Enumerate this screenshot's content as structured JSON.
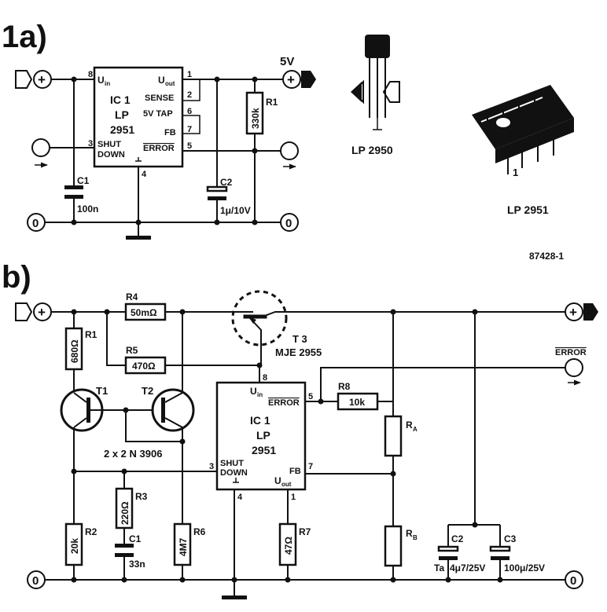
{
  "panel_a": {
    "label": "1a)",
    "ic": {
      "name": "IC 1",
      "part": "LP",
      "number": "2951",
      "pins": {
        "uin": "U",
        "uin_sub": "in",
        "uout": "U",
        "uout_sub": "out",
        "sense": "SENSE",
        "tap": "5V TAP",
        "fb": "FB",
        "error": "ERROR",
        "shut": "SHUT",
        "down": "DOWN"
      },
      "pin_numbers": [
        "8",
        "1",
        "2",
        "6",
        "7",
        "3",
        "5",
        "4"
      ]
    },
    "output_label": "5V",
    "terminal_plus": "+",
    "terminal_zero": "0",
    "r1": {
      "ref": "R1",
      "value": "330k"
    },
    "c1": {
      "ref": "C1",
      "value": "100n"
    },
    "c2": {
      "ref": "C2",
      "value": "1μ/10V"
    },
    "lp2950_label": "LP 2950",
    "lp2951_label": "LP 2951",
    "pin1_label": "1",
    "figure_code": "87428-1"
  },
  "panel_b": {
    "label": "b)",
    "r4": {
      "ref": "R4",
      "value": "50mΩ"
    },
    "r5": {
      "ref": "R5",
      "value": "470Ω"
    },
    "r1": {
      "ref": "R1",
      "value": "680Ω"
    },
    "r2": {
      "ref": "R2",
      "value": "20k"
    },
    "r3": {
      "ref": "R3",
      "value": "220Ω"
    },
    "r6": {
      "ref": "R6",
      "value": "4M7"
    },
    "r7": {
      "ref": "R7",
      "value": "47Ω"
    },
    "r8": {
      "ref": "R8",
      "value": "10k"
    },
    "ra": {
      "ref": "R",
      "sub": "A"
    },
    "rb": {
      "ref": "R",
      "sub": "B"
    },
    "c1": {
      "ref": "C1",
      "value": "33n"
    },
    "c2": {
      "ref": "C2",
      "value": "4μ7/25V",
      "type": "Ta"
    },
    "c3": {
      "ref": "C3",
      "value": "100μ/25V"
    },
    "t1": "T1",
    "t2": "T2",
    "t3": {
      "ref": "T 3",
      "part": "MJE 2955"
    },
    "transistor_pair": "2 x 2 N 3906",
    "error_output": "ERROR",
    "ic": {
      "name": "IC 1",
      "part": "LP",
      "number": "2951",
      "pins": {
        "uin": "U",
        "uin_sub": "in",
        "error": "ERROR",
        "shut": "SHUT",
        "down": "DOWN",
        "fb": "FB",
        "uout": "U",
        "uout_sub": "out"
      },
      "pin_numbers": [
        "8",
        "5",
        "3",
        "7",
        "4",
        "1"
      ]
    },
    "terminal_plus": "+",
    "terminal_zero": "0"
  }
}
